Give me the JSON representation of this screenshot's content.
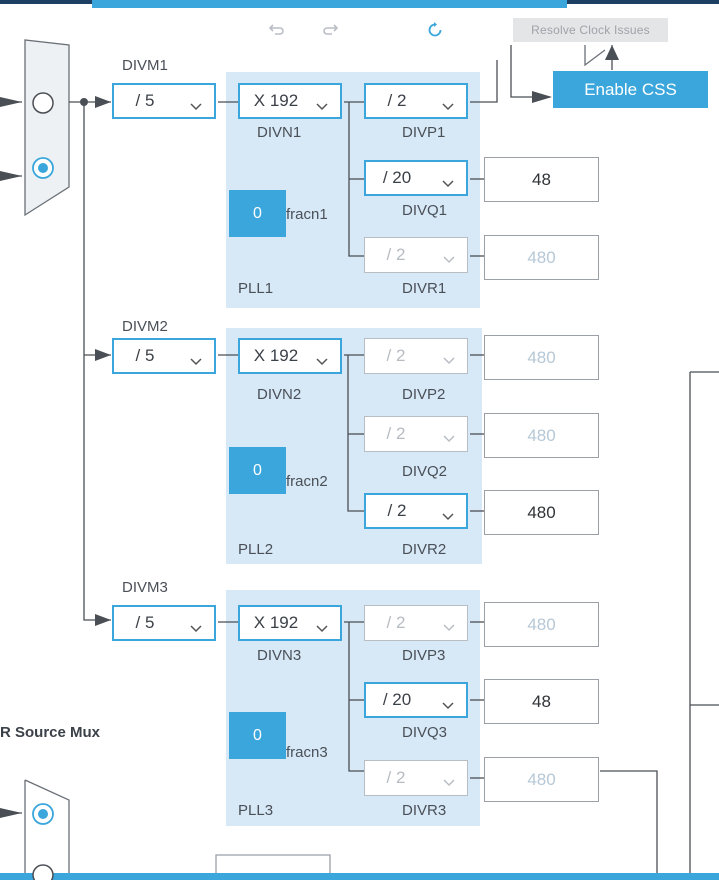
{
  "toolbar": {
    "undo_icon": "undo-icon",
    "redo_icon": "redo-icon",
    "refresh_icon": "refresh-icon",
    "resolve_label": "Resolve Clock Issues",
    "enable_css_label": "Enable CSS"
  },
  "pll1": {
    "divm_label": "DIVM1",
    "divm_value": "/ 5",
    "divn_label": "DIVN1",
    "divn_value": "X 192",
    "frac_value": "0",
    "frac_label": "fracn1",
    "name": "PLL1",
    "divp_label": "DIVP1",
    "divp_value": "/ 2",
    "divq_label": "DIVQ1",
    "divq_value": "/ 20",
    "divq_out": "48",
    "divr_label": "DIVR1",
    "divr_value": "/ 2",
    "divr_out": "480"
  },
  "pll2": {
    "divm_label": "DIVM2",
    "divm_value": "/ 5",
    "divn_label": "DIVN2",
    "divn_value": "X 192",
    "frac_value": "0",
    "frac_label": "fracn2",
    "name": "PLL2",
    "divp_label": "DIVP2",
    "divp_value": "/ 2",
    "divp_out": "480",
    "divq_label": "DIVQ2",
    "divq_value": "/ 2",
    "divq_out": "480",
    "divr_label": "DIVR2",
    "divr_value": "/ 2",
    "divr_out": "480"
  },
  "pll3": {
    "divm_label": "DIVM3",
    "divm_value": "/ 5",
    "divn_label": "DIVN3",
    "divn_value": "X 192",
    "frac_value": "0",
    "frac_label": "fracn3",
    "name": "PLL3",
    "divp_label": "DIVP3",
    "divp_value": "/ 2",
    "divp_out": "480",
    "divq_label": "DIVQ3",
    "divq_value": "/ 20",
    "divq_out": "48",
    "divr_label": "DIVR3",
    "divr_value": "/ 2",
    "divr_out": "480"
  },
  "mux": {
    "source_mux_label": "R Source Mux"
  },
  "colors": {
    "accent": "#3aa6dc",
    "panel": "#d7e8f6",
    "disabled_text": "#b6bcc2"
  }
}
